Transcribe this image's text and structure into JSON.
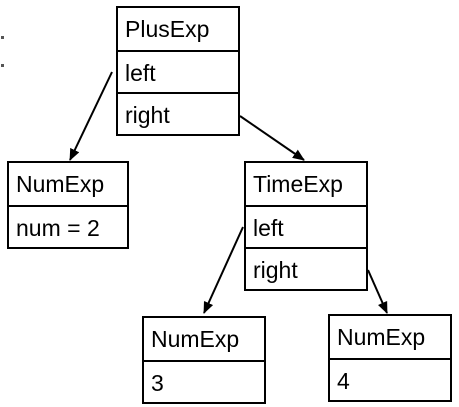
{
  "nodes": {
    "plus_exp": {
      "title": "PlusExp",
      "fields": [
        "left",
        "right"
      ]
    },
    "num_exp_left": {
      "title": "NumExp",
      "fields": [
        "num = 2"
      ]
    },
    "time_exp": {
      "title": "TimeExp",
      "fields": [
        "left",
        "right"
      ]
    },
    "num_exp_3": {
      "title": "NumExp",
      "fields": [
        "3"
      ]
    },
    "num_exp_4": {
      "title": "NumExp",
      "fields": [
        "4"
      ]
    }
  },
  "edges": [
    {
      "from": "plus_exp.left",
      "to": "num_exp_left"
    },
    {
      "from": "plus_exp.right",
      "to": "time_exp"
    },
    {
      "from": "time_exp.left",
      "to": "num_exp_3"
    },
    {
      "from": "time_exp.right",
      "to": "num_exp_4"
    }
  ],
  "colors": {
    "stroke": "#000000",
    "background": "#ffffff"
  }
}
